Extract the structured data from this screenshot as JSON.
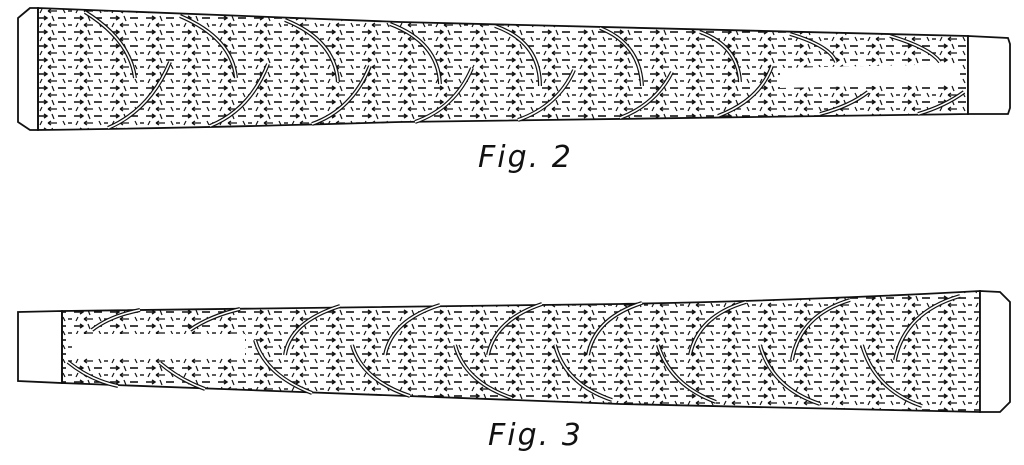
{
  "figures": [
    {
      "id": "fig2",
      "caption": "Fig. 2",
      "orientation": "butt-end-left",
      "description": "Golf grip with textured surface and spiral grooves"
    },
    {
      "id": "fig3",
      "caption": "Fig. 3",
      "orientation": "butt-end-right",
      "description": "Golf grip with textured surface and spiral grooves"
    }
  ],
  "colors": {
    "line": "#111111",
    "background": "#ffffff"
  }
}
